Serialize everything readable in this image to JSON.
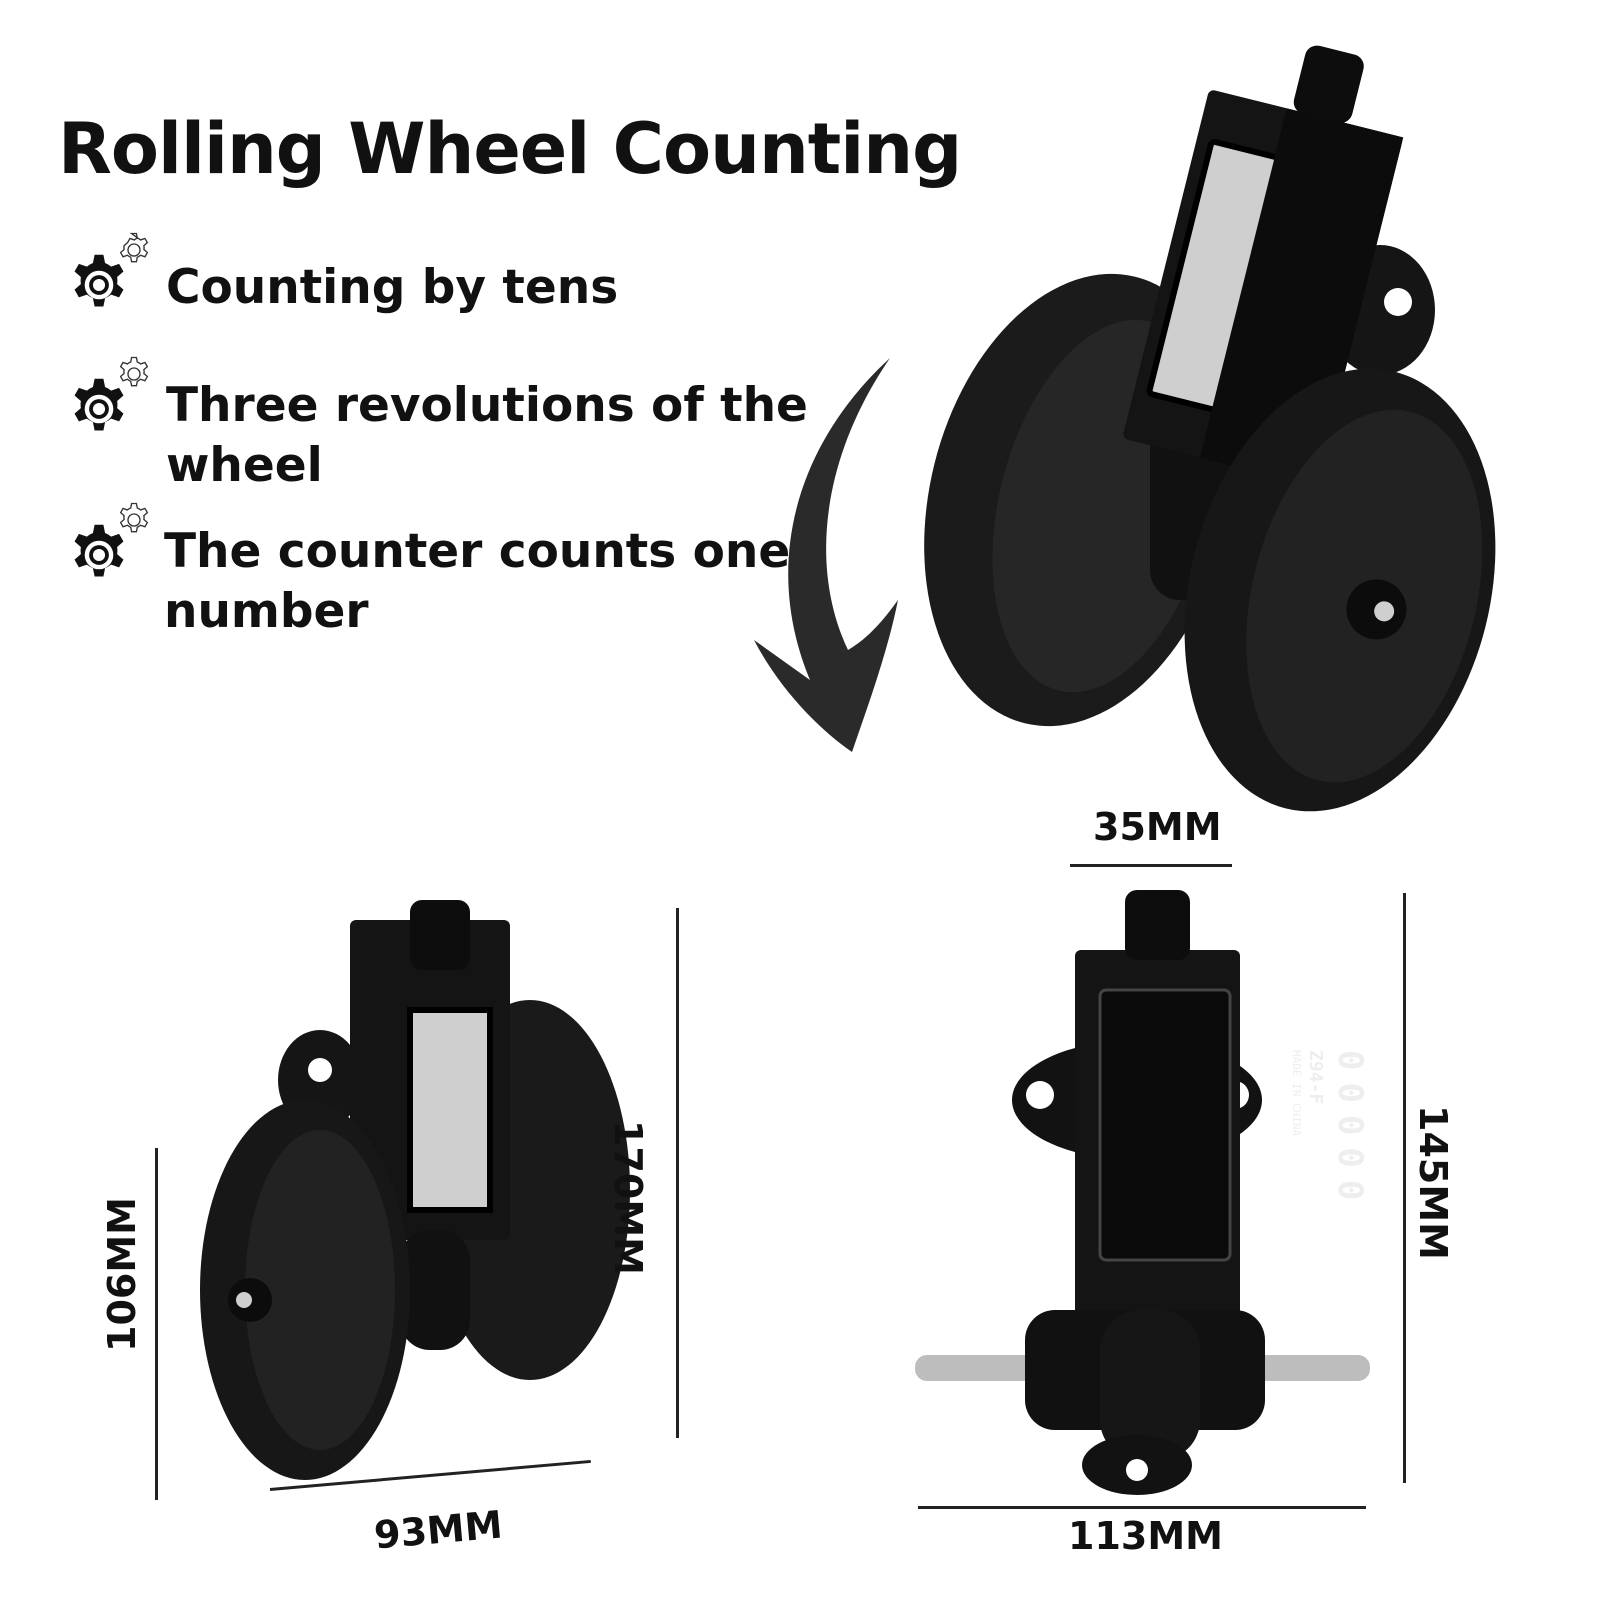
{
  "title": "Rolling Wheel Counting",
  "features": [
    {
      "icon": "gear-icon",
      "lines": [
        "Counting by tens"
      ]
    },
    {
      "icon": "gear-icon",
      "lines": [
        "Three revolutions of the",
        "wheel"
      ]
    },
    {
      "icon": "gear-icon",
      "lines": [
        "The counter counts one",
        "number"
      ]
    }
  ],
  "dimensions": {
    "width_top": "35MM",
    "height_left_total": "170MM",
    "height_left_wheel": "106MM",
    "width_left": "93MM",
    "height_right": "145MM",
    "width_right": "113MM"
  },
  "product": {
    "model": "Z94-F",
    "made_in": "MADE IN CHINA",
    "counter_digits": "00000"
  },
  "colors": {
    "ink": "#111111",
    "body": "#1a1a1a",
    "arrow": "#2a2a2a",
    "counter_window": "#d9d9d9"
  }
}
